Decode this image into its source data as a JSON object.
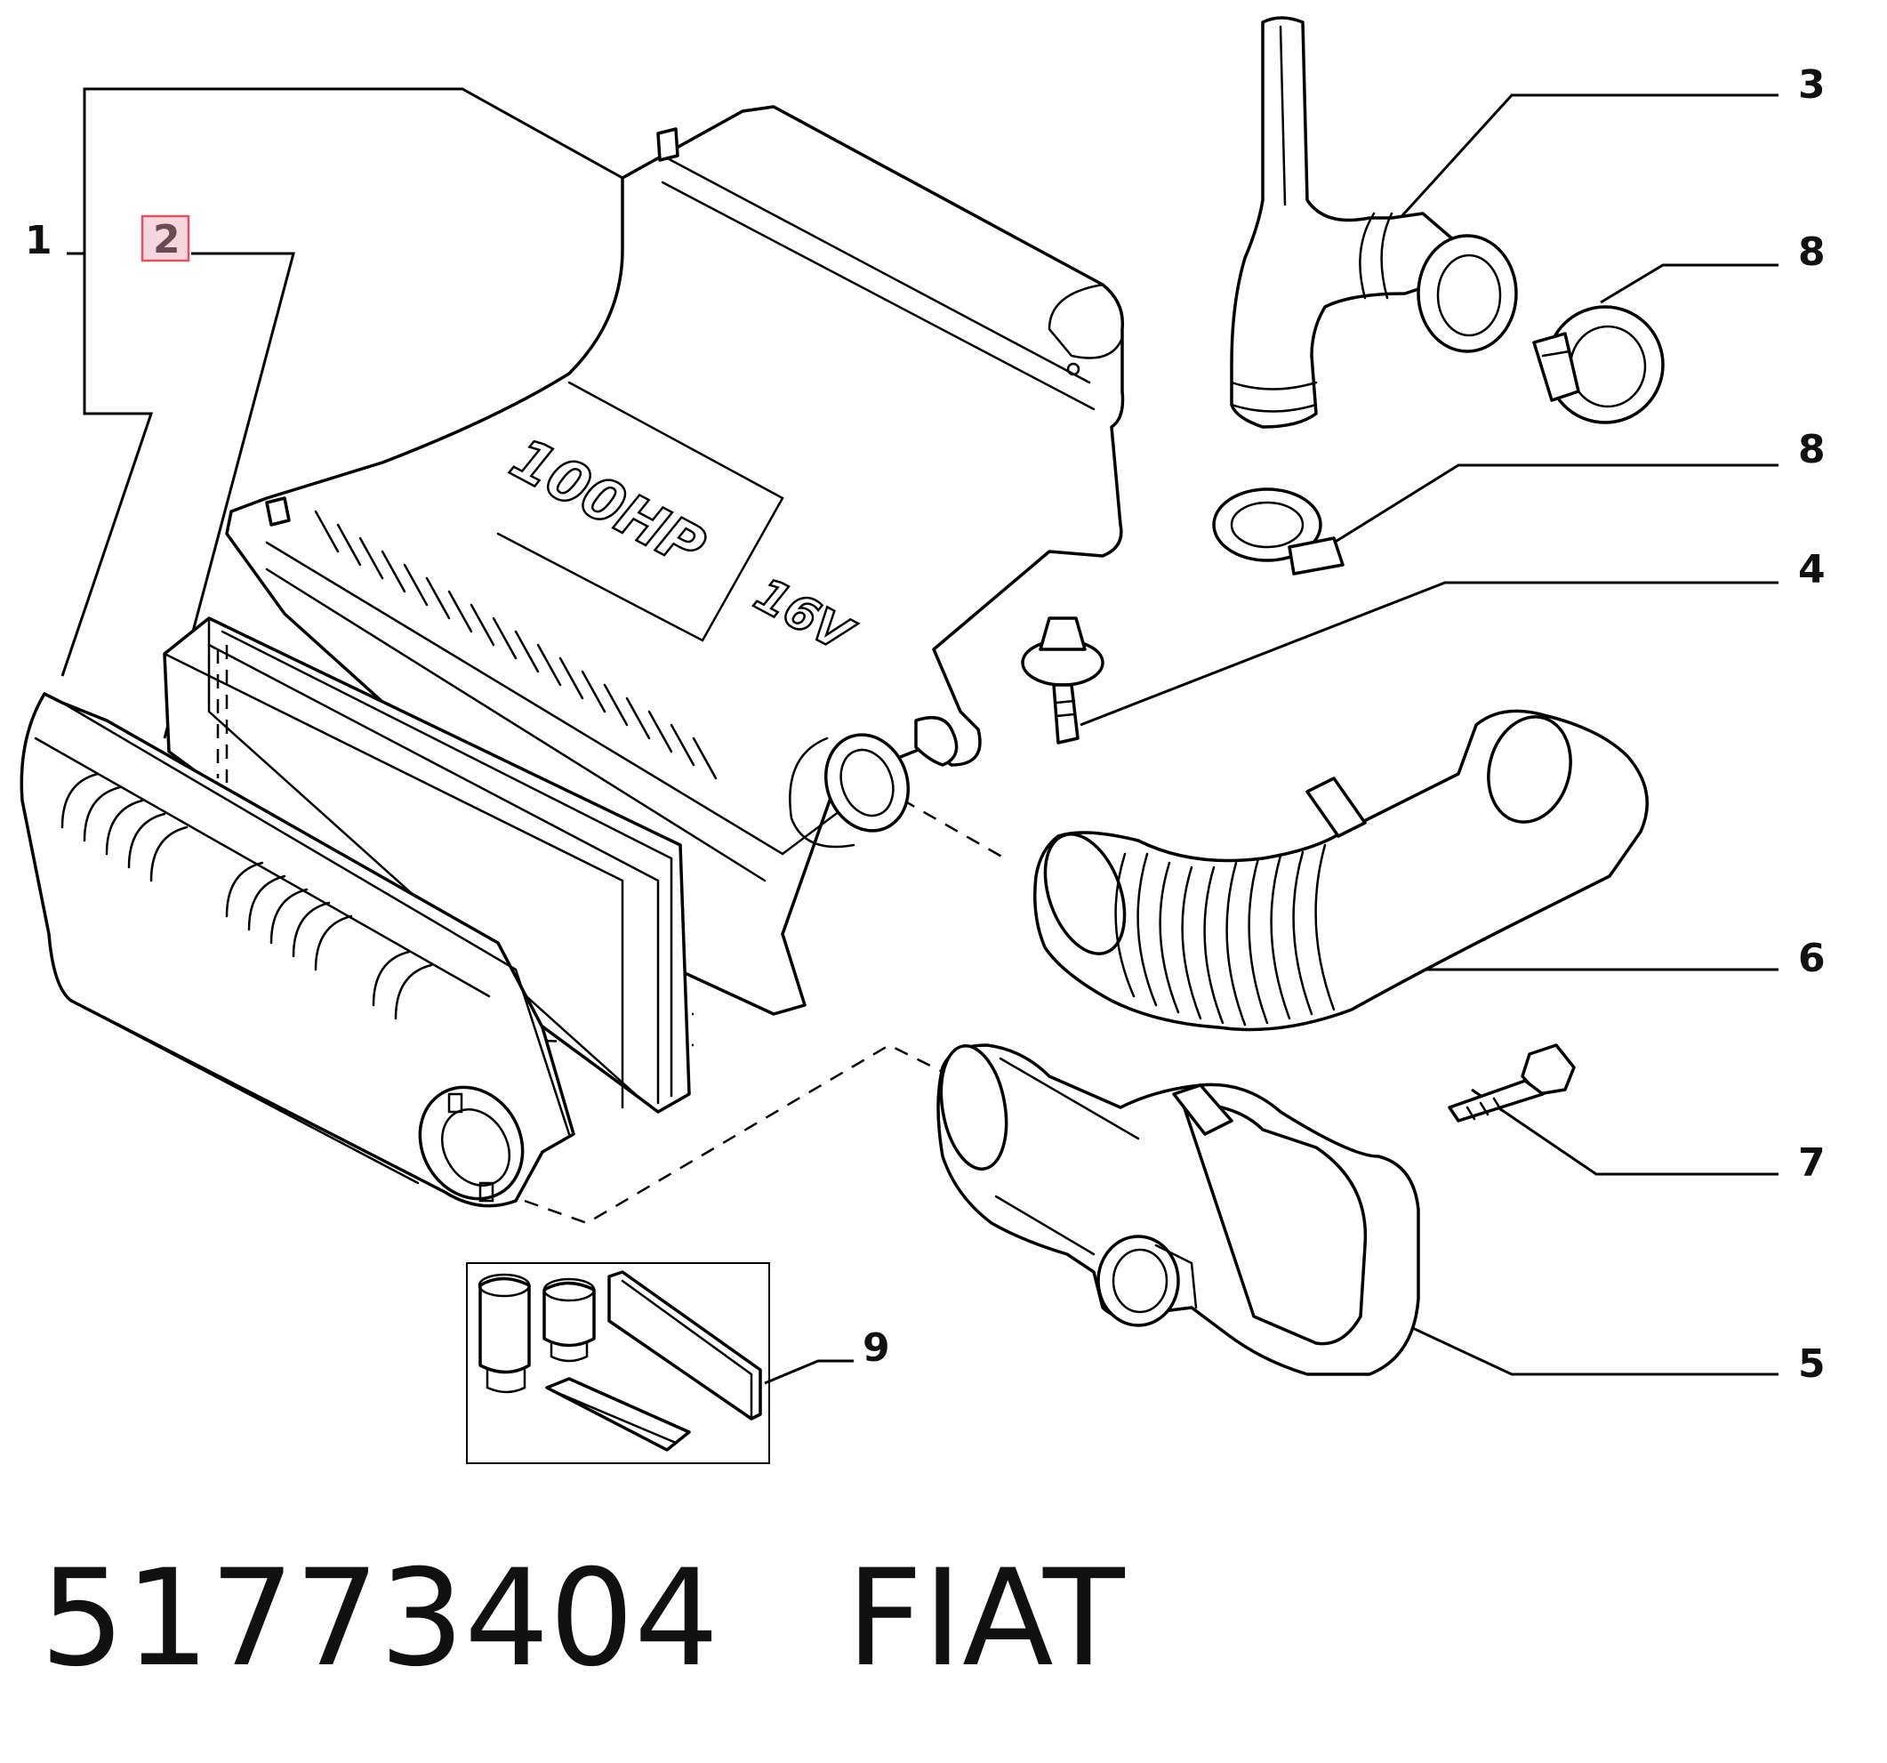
{
  "callouts": {
    "c1": "1",
    "c2": "2",
    "c3": "3",
    "c4": "4",
    "c5": "5",
    "c6": "6",
    "c7": "7",
    "c8a": "8",
    "c8b": "8",
    "c9": "9"
  },
  "housing_marking": {
    "power": "100HP",
    "valves": "16V"
  },
  "footer": {
    "part_number": "51773404",
    "brand": "FIAT"
  },
  "colors": {
    "highlight_fill": "#f4d7dc",
    "highlight_border": "#e05060",
    "ink": "#000000"
  }
}
